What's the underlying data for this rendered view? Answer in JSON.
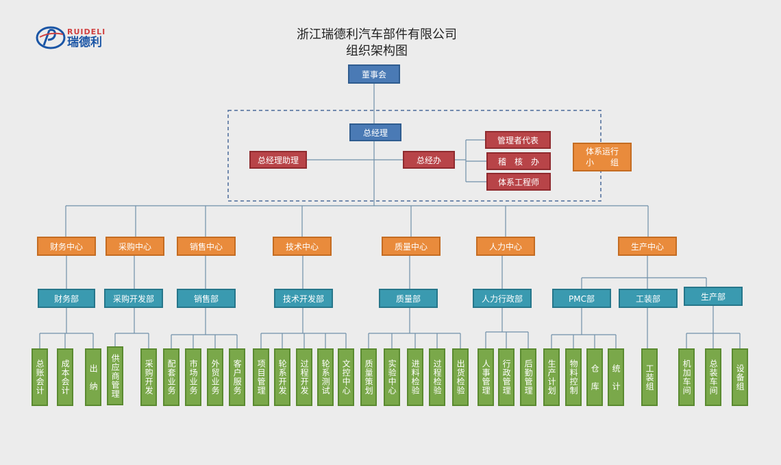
{
  "logo": {
    "en": "RUIDELI",
    "cn": "瑞德利"
  },
  "title": {
    "line1": "浙江瑞德利汽车部件有限公司",
    "line2": "组织架构图"
  },
  "top": {
    "board": "董事会",
    "gm": "总经理",
    "gm_assistant": "总经理助理",
    "gm_office": "总经办"
  },
  "office_units": [
    "管理者代表",
    "稽　核　办",
    "体系工程师"
  ],
  "system_group": {
    "line1": "体系运行",
    "line2": "小　　组"
  },
  "centers": [
    "财务中心",
    "采购中心",
    "销售中心",
    "技术中心",
    "质量中心",
    "人力中心",
    "生产中心"
  ],
  "departments": [
    "财务部",
    "采购开发部",
    "销售部",
    "技术开发部",
    "质量部",
    "人力行政部",
    "PMC部",
    "工装部",
    "生产部"
  ],
  "units": [
    "总账会计",
    "成本会计",
    "出　纳",
    "供应商管理",
    "采购开发",
    "配套业务",
    "市场业务",
    "外贸业务",
    "客户服务",
    "项目管理",
    "轮系开发",
    "过程开发",
    "轮系测试",
    "文控中心",
    "质量策划",
    "实验中心",
    "进料检验",
    "过程检验",
    "出货检验",
    "人事管理",
    "行政管理",
    "后勤管理",
    "生产计划",
    "物料控制",
    "仓　库",
    "统　计",
    "工装组",
    "机加车间",
    "总装车间",
    "设备组"
  ],
  "colors": {
    "blue": "#4a7ab5",
    "red": "#b84448",
    "orange": "#e98b3c",
    "teal": "#3a9ab0",
    "green": "#7aa84a",
    "line": "#6f8fa8",
    "dash": "#4a6a9a"
  }
}
